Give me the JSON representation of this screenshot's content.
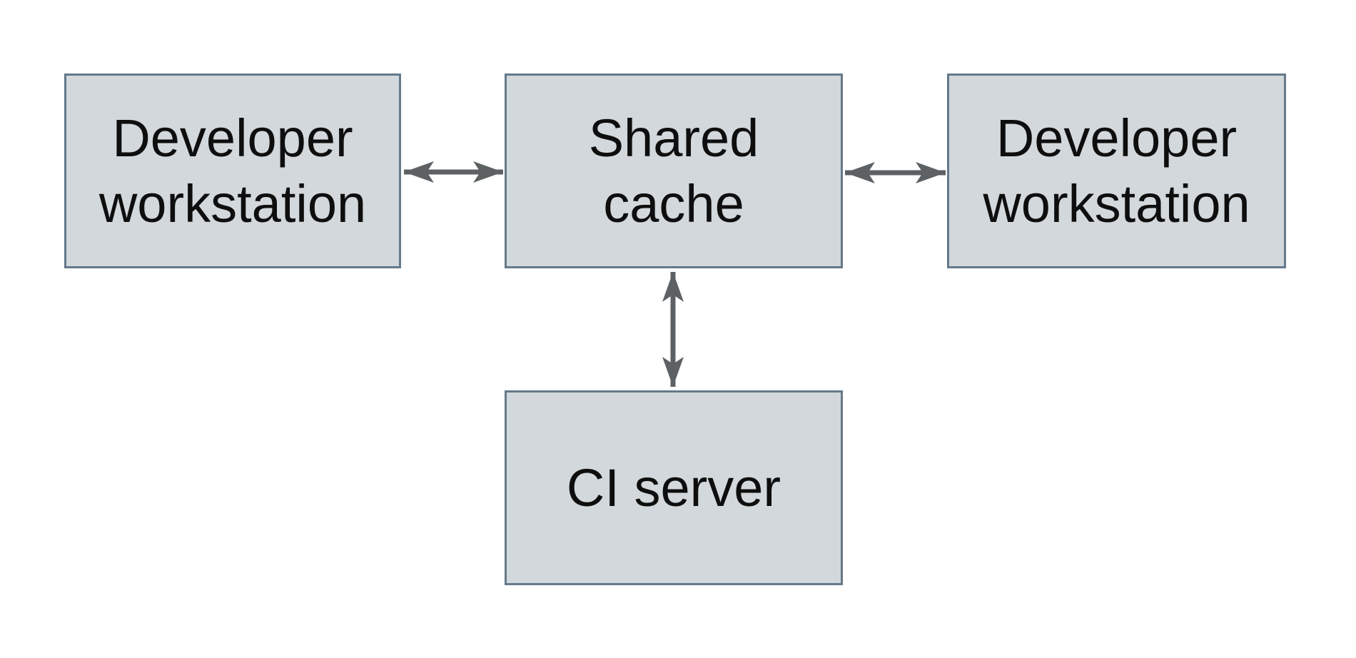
{
  "diagram": {
    "nodes": {
      "developer_workstation_left": {
        "label": "Developer\nworkstation"
      },
      "shared_cache": {
        "label": "Shared\ncache"
      },
      "developer_workstation_right": {
        "label": "Developer\nworkstation"
      },
      "ci_server": {
        "label": "CI server"
      }
    },
    "edges": [
      {
        "from": "developer_workstation_left",
        "to": "shared_cache",
        "direction": "bidirectional"
      },
      {
        "from": "developer_workstation_right",
        "to": "shared_cache",
        "direction": "bidirectional"
      },
      {
        "from": "ci_server",
        "to": "shared_cache",
        "direction": "bidirectional"
      }
    ]
  },
  "colors": {
    "background": "#ffffff",
    "node_fill": "#d2d8db",
    "node_border": "#64798a",
    "arrow": "#5d6163",
    "text": "#0e0e0e"
  }
}
